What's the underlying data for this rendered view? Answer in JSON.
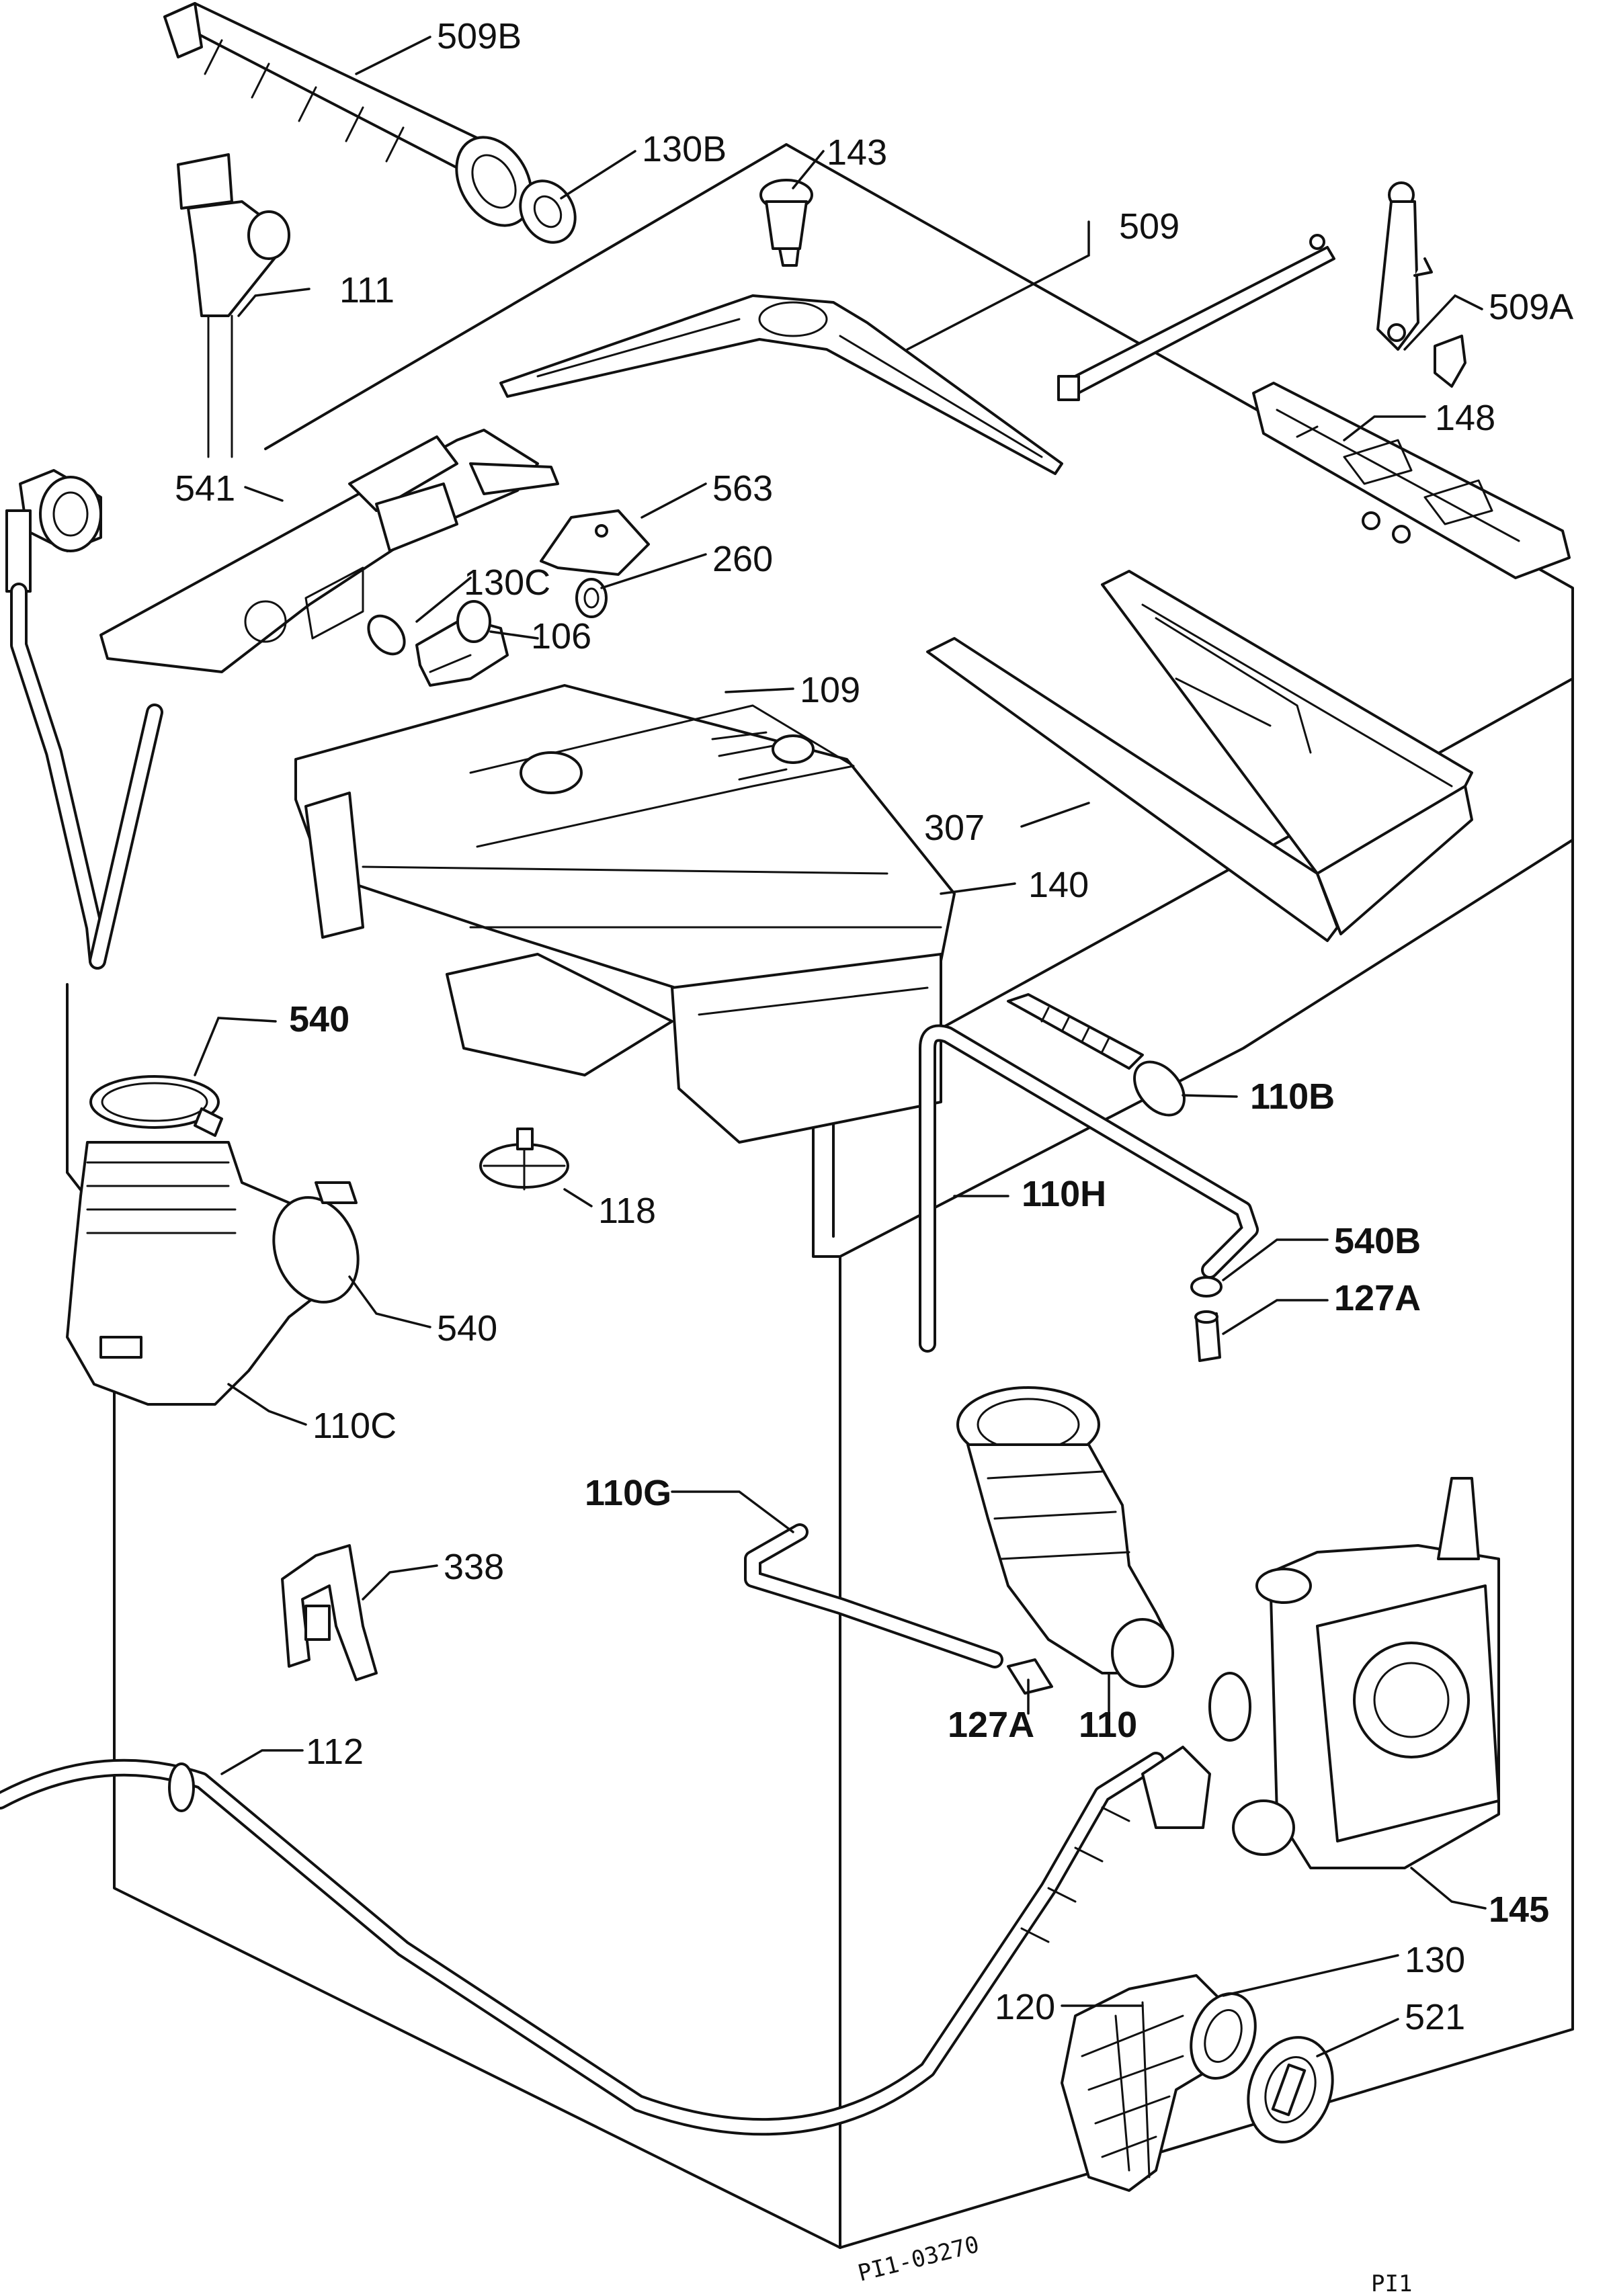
{
  "colors": {
    "line": "#111111",
    "paper": "#ffffff"
  },
  "callouts": {
    "c509b": "509B",
    "c130b": "130B",
    "c143": "143",
    "c509": "509",
    "c111": "111",
    "c509a": "509A",
    "c148": "148",
    "c541": "541",
    "c563": "563",
    "c260": "260",
    "c130c": "130C",
    "c106": "106",
    "c109": "109",
    "c307": "307",
    "c140": "140",
    "c540_top": "540",
    "c110b": "110B",
    "c118": "118",
    "c110h": "110H",
    "c540b": "540B",
    "c540_side": "540",
    "c127a_right": "127A",
    "c110c": "110C",
    "c110g": "110G",
    "c338": "338",
    "c127a_bottom": "127A",
    "c110": "110",
    "c112": "112",
    "c145": "145",
    "c130": "130",
    "c120": "120",
    "c521": "521"
  },
  "drawing_code": "PI1-03270",
  "page_code": "PI1"
}
